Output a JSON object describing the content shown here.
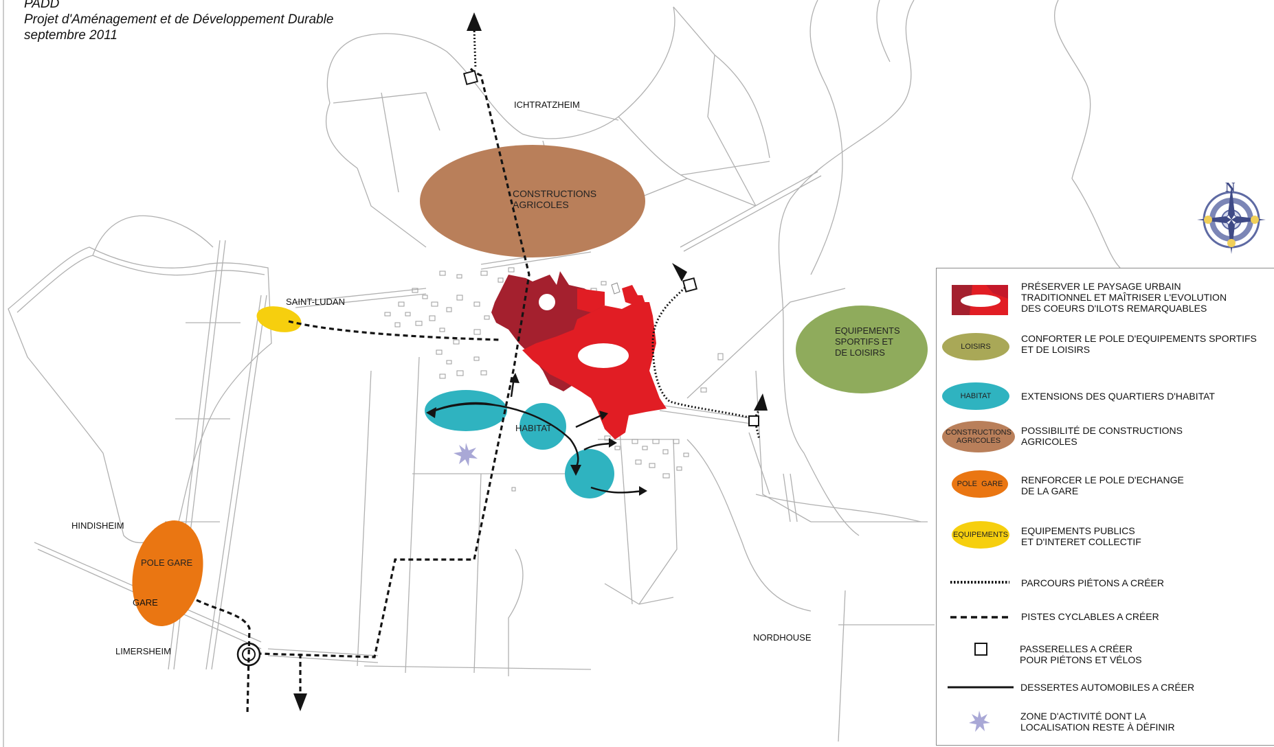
{
  "header": {
    "title": "PADD",
    "subtitle": "Projet d'Aménagement et de Développement Durable",
    "date": "septembre 2011"
  },
  "places": {
    "ichtratzheim": "ICHTRATZHEIM",
    "saint_ludan": "SAINT-LUDAN",
    "hindisheim": "HINDISHEIM",
    "limersheim": "LIMERSHEIM",
    "nordhouse": "NORDHOUSE",
    "gare": "GARE"
  },
  "zones": {
    "constructions": [
      "CONSTRUCTIONS",
      "AGRICOLES"
    ],
    "equipements": [
      "EQUIPEMENTS",
      "SPORTIFS ET",
      "DE LOISIRS"
    ],
    "habitat": "HABITAT",
    "pole_gare": "POLE  GARE"
  },
  "compass": {
    "north": "N"
  },
  "legend": {
    "items": [
      {
        "symbol": "red-urban",
        "symbol_label": "",
        "text": "PRÉSERVER LE PAYSAGE URBAIN\nTRADITIONNEL ET MAÎTRISER L'EVOLUTION\nDES COEURS D'ILOTS REMARQUABLES"
      },
      {
        "symbol": "ellipse",
        "color": "#a9a857",
        "symbol_label": "LOISIRS",
        "text": "CONFORTER LE POLE D'EQUIPEMENTS SPORTIFS\nET DE LOISIRS"
      },
      {
        "symbol": "ellipse",
        "color": "#2fb3c0",
        "symbol_label": "HABITAT",
        "text": "EXTENSIONS DES QUARTIERS D'HABITAT"
      },
      {
        "symbol": "ellipse",
        "color": "#b97f5a",
        "symbol_label": "CONSTRUCTIONS\nAGRICOLES",
        "text": "POSSIBILITÉ DE CONSTRUCTIONS\nAGRICOLES"
      },
      {
        "symbol": "ellipse",
        "color": "#ea7612",
        "symbol_label": "POLE  GARE",
        "text": "RENFORCER LE POLE D'ECHANGE\nDE LA GARE"
      },
      {
        "symbol": "ellipse",
        "color": "#f6cf0e",
        "symbol_label": "EQUIPEMENTS",
        "text": "EQUIPEMENTS PUBLICS\nET D'INTERET COLLECTIF"
      },
      {
        "symbol": "dotted-line",
        "symbol_label": "",
        "text": "PARCOURS PIÉTONS  A CRÉER"
      },
      {
        "symbol": "dashed-line",
        "symbol_label": "",
        "text": "PISTES CYCLABLES  A CRÉER"
      },
      {
        "symbol": "square",
        "symbol_label": "",
        "text": "PASSERELLES A CRÉER\nPOUR PIÉTONS ET VÉLOS"
      },
      {
        "symbol": "solid-line",
        "symbol_label": "",
        "text": "DESSERTES AUTOMOBILES A CRÉER"
      },
      {
        "symbol": "star",
        "color": "#a9a8d6",
        "symbol_label": "",
        "text": "ZONE D'ACTIVITÉ DONT LA\nLOCALISATION RESTE À DÉFINIR"
      }
    ]
  },
  "colors": {
    "urban_core": "#a4202e",
    "urban_red": "#e11d24",
    "loisirs": "#8fab5c",
    "habitat": "#2fb3c0",
    "agricole": "#b97f5a",
    "gare": "#ea7612",
    "equipements_publics": "#f6cf0e",
    "activite_star": "#a9a8d6"
  }
}
